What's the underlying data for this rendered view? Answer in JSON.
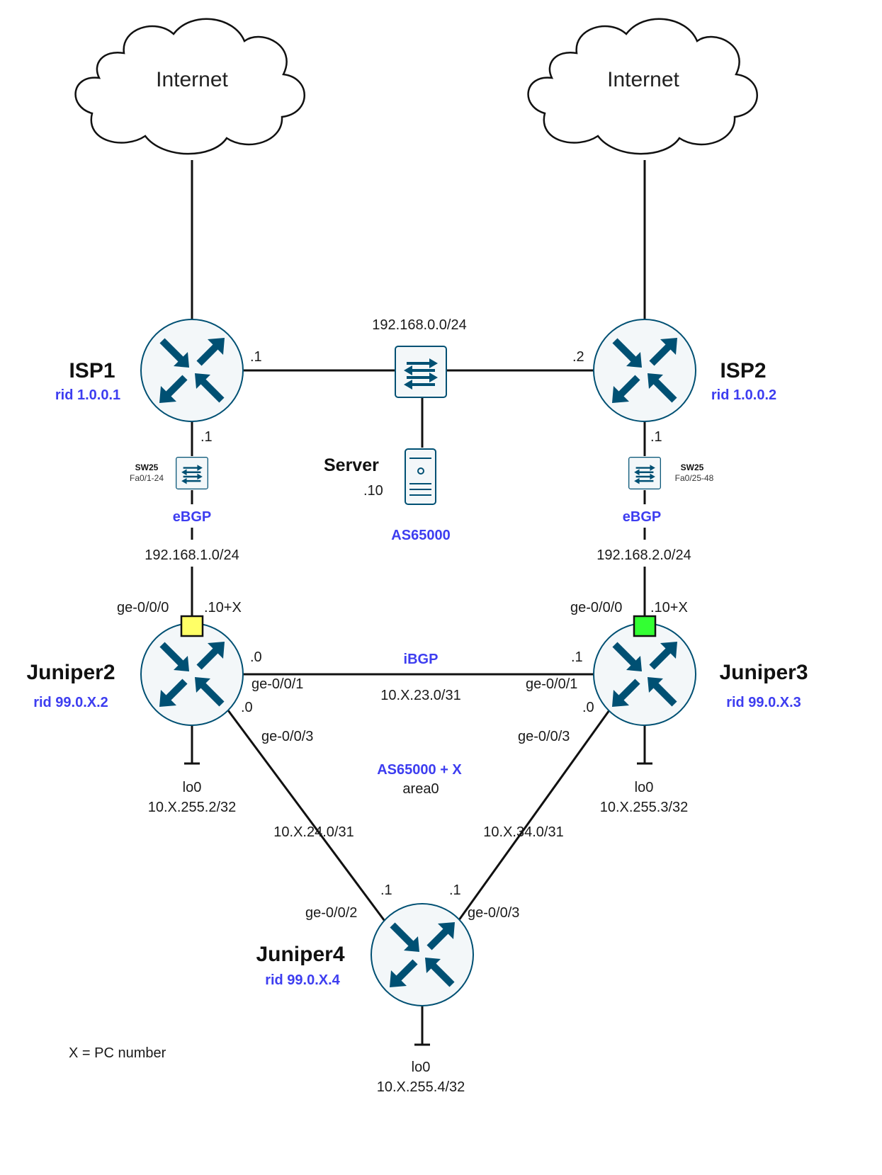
{
  "clouds": {
    "left_label": "Internet",
    "right_label": "Internet"
  },
  "isp1": {
    "name": "ISP1",
    "rid": "rid 1.0.0.1",
    "lan_ip": ".1",
    "down_ip": ".1"
  },
  "isp2": {
    "name": "ISP2",
    "rid": "rid 1.0.0.2",
    "lan_ip": ".2",
    "down_ip": ".1"
  },
  "top_lan": {
    "subnet": "192.168.0.0/24"
  },
  "server": {
    "name": "Server",
    "ip": ".10",
    "as_label": "AS65000"
  },
  "sw_left": {
    "name": "SW25",
    "ports": "Fa0/1-24"
  },
  "sw_right": {
    "name": "SW25",
    "ports": "Fa0/25-48"
  },
  "link_left": {
    "protocol": "eBGP",
    "subnet": "192.168.1.0/24"
  },
  "link_right": {
    "protocol": "eBGP",
    "subnet": "192.168.2.0/24"
  },
  "juniper2": {
    "name": "Juniper2",
    "rid": "rid 99.0.X.2",
    "ge000": "ge-0/0/0",
    "ge000_ip": ".10+X",
    "ge001": "ge-0/0/1",
    "ge001_ip": ".0",
    "ge003": "ge-0/0/3",
    "ge003_ip": ".0",
    "lo_name": "lo0",
    "lo_ip": "10.X.255.2/32",
    "port_color": "#ffff66"
  },
  "juniper3": {
    "name": "Juniper3",
    "rid": "rid 99.0.X.3",
    "ge000": "ge-0/0/0",
    "ge000_ip": ".10+X",
    "ge001": "ge-0/0/1",
    "ge001_ip": ".1",
    "ge003": "ge-0/0/3",
    "ge003_ip": ".0",
    "lo_name": "lo0",
    "lo_ip": "10.X.255.3/32",
    "port_color": "#33ff33"
  },
  "juniper4": {
    "name": "Juniper4",
    "rid": "rid 99.0.X.4",
    "ge002": "ge-0/0/2",
    "ge002_ip": ".1",
    "ge003": "ge-0/0/3",
    "ge003_ip": ".1",
    "lo_name": "lo0",
    "lo_ip": "10.X.255.4/32"
  },
  "ibgp_link": {
    "protocol": "iBGP",
    "subnet": "10.X.23.0/31"
  },
  "link_24": {
    "subnet": "10.X.24.0/31"
  },
  "link_34": {
    "subnet": "10.X.34.0/31"
  },
  "internal_as": {
    "as_label": "AS65000 + X",
    "area": "area0"
  },
  "footnote": "X = PC number",
  "colors": {
    "icon": "#005073",
    "blue_text": "#3d3df0",
    "stroke": "#111111"
  },
  "icons": {
    "router": "router-icon",
    "switch": "switch-icon",
    "server": "server-icon",
    "cloud": "cloud-icon"
  }
}
